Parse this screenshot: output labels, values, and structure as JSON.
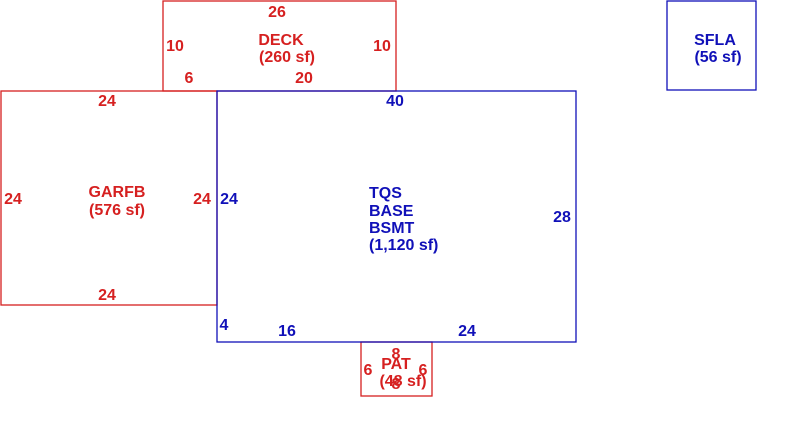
{
  "colors": {
    "red": "#d62020",
    "blue": "#1010b8"
  },
  "areas": {
    "deck": {
      "name": "DECK",
      "area": "(260 sf)",
      "dims": {
        "top": "26",
        "left": "10",
        "right": "10",
        "bottom_left": "6",
        "bottom_right": "20"
      }
    },
    "garfb": {
      "name": "GARFB",
      "area": "(576 sf)",
      "dims": {
        "top": "24",
        "left": "24",
        "right": "24",
        "bottom": "24"
      }
    },
    "main": {
      "lines": [
        "TQS",
        "BASE",
        "BSMT"
      ],
      "area": "(1,120 sf)",
      "dims": {
        "top": "40",
        "left": "24",
        "right": "28",
        "bottom_left_vertical": "4",
        "bottom_mid": "16",
        "bottom_right": "24"
      }
    },
    "pat": {
      "name": "PAT",
      "area": "(48 sf)",
      "dims": {
        "top": "8",
        "left": "6",
        "right": "6",
        "bottom": "8"
      }
    },
    "sfla": {
      "name": "SFLA",
      "area": "(56 sf)"
    }
  }
}
